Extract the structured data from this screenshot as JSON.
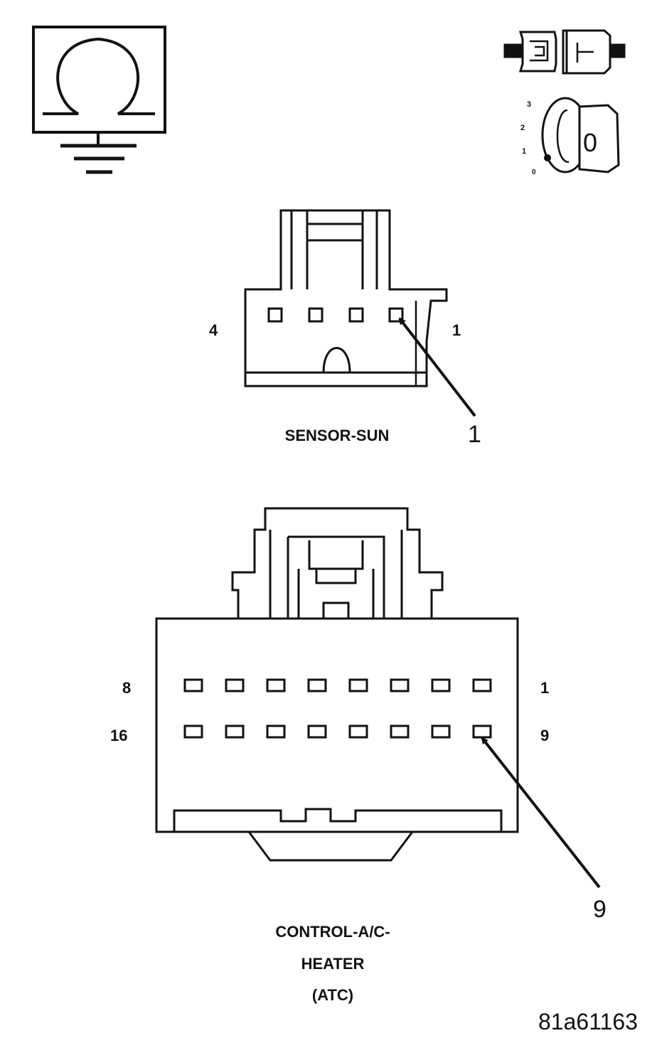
{
  "icons": {
    "ohmmeter": "ohmmeter-ground-icon",
    "connector": "disconnect-connector-icon",
    "ignition": "ignition-key-off-icon"
  },
  "ignition": {
    "positions": [
      "3",
      "2",
      "1",
      "0"
    ],
    "key_label": "0"
  },
  "sensor_sun": {
    "left_pin_label": "4",
    "right_pin_label": "1",
    "callout": "1",
    "name": "SENSOR-SUN"
  },
  "control_heater": {
    "top_left_label": "8",
    "top_right_label": "1",
    "bottom_left_label": "16",
    "bottom_right_label": "9",
    "callout": "9",
    "name_line1": "CONTROL-A/C-",
    "name_line2": "HEATER",
    "name_line3": "(ATC)"
  },
  "figure_id": "81a61163"
}
